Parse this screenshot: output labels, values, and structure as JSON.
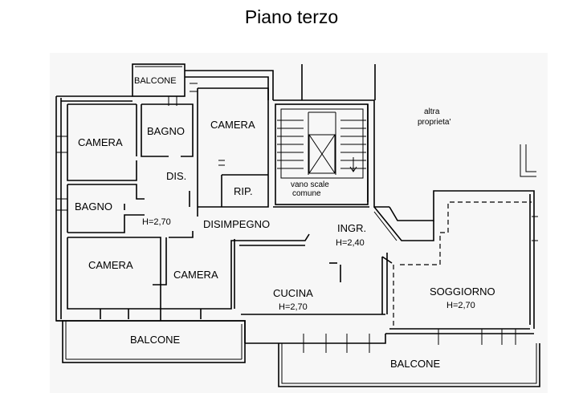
{
  "title": "Piano terzo",
  "rooms": {
    "balcone_top": "BALCONE",
    "camera_1": "CAMERA",
    "bagno_1": "BAGNO",
    "camera_2": "CAMERA",
    "dis": "DIS.",
    "rip": "RIP.",
    "bagno_2": "BAGNO",
    "bagno_2_h": "H=2,70",
    "disimpegno": "DISIMPEGNO",
    "camera_3": "CAMERA",
    "camera_4": "CAMERA",
    "ingr": "INGR.",
    "ingr_h": "H=2,40",
    "cucina": "CUCINA",
    "cucina_h": "H=2,70",
    "soggiorno": "SOGGIORNO",
    "soggiorno_h": "H=2,70",
    "balcone_left": "BALCONE",
    "balcone_bottom": "BALCONE",
    "vano_scale_1": "vano scale",
    "vano_scale_2": "comune",
    "altra_1": "altra",
    "altra_2": "proprieta'"
  }
}
